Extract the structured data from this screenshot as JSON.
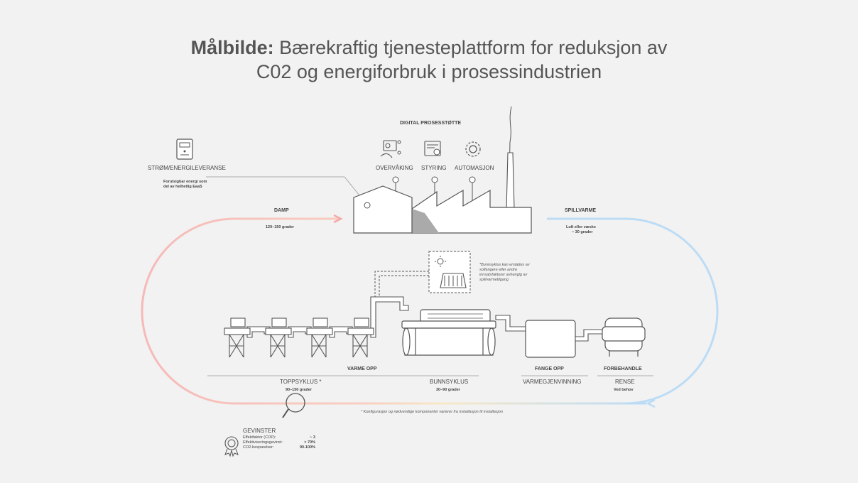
{
  "title": {
    "bold": "Målbilde:",
    "line1_rest": " Bærekraftig tjenesteplattform for reduksjon av",
    "line2": "C02 og energiforbruk i prosessindustrien"
  },
  "digital": {
    "heading": "DIGITAL PROSESSTØTTE",
    "items": [
      {
        "label": "OVERVÅKING",
        "icon": "monitoring-icon"
      },
      {
        "label": "STYRING",
        "icon": "control-panel-icon"
      },
      {
        "label": "AUTOMASJON",
        "icon": "gear-icon"
      }
    ]
  },
  "energy": {
    "label": "STRØM/ENERGILEVERANSE",
    "desc_line1": "Forutsigbar energi som",
    "desc_line2": "del av helhetlig EaaS"
  },
  "damp": {
    "label": "DAMP",
    "sub": "120–150 grader"
  },
  "spillvarme": {
    "label": "SPILLVARME",
    "sub_line1": "Luft eller væske",
    "sub_line2": "~ 30 grader"
  },
  "bunn_note": {
    "line1": "*Bunnsyklus kan erstattes av",
    "line2": "solfangere eller andre",
    "line3": "innsatsfaktorer avhengig av",
    "line4": "spillvarmetilgang"
  },
  "stages": {
    "varme_opp": "VARME OPP",
    "toppsyklus": "TOPPSYKLUS *",
    "toppsyklus_sub": "90–150 grader",
    "bunnsyklus": "BUNNSYKLUS",
    "bunnsyklus_sub": "30–90 grader",
    "fange_opp": "FANGE OPP",
    "varmegjenvinning": "VARMEGJENVINNING",
    "forbehandle": "FORBEHANDLE",
    "rense": "RENSE",
    "rense_sub": "Ved behov"
  },
  "footnote": "* Konfigurasjon og nødvendige komponenter varierer fra installasjon til installasjon",
  "gains": {
    "title": "GEVINSTER",
    "rows": [
      {
        "label": "Effektfaktor (COP):",
        "value": "~ 3"
      },
      {
        "label": "Effektiviseringsgevinst:",
        "value": "> 70%"
      },
      {
        "label": "CO2-besparelser:",
        "value": "90-100%"
      }
    ]
  },
  "colors": {
    "warm": "#f4b6b6",
    "cool": "#bcdcf5",
    "line": "#555555",
    "fill": "#ffffff"
  }
}
